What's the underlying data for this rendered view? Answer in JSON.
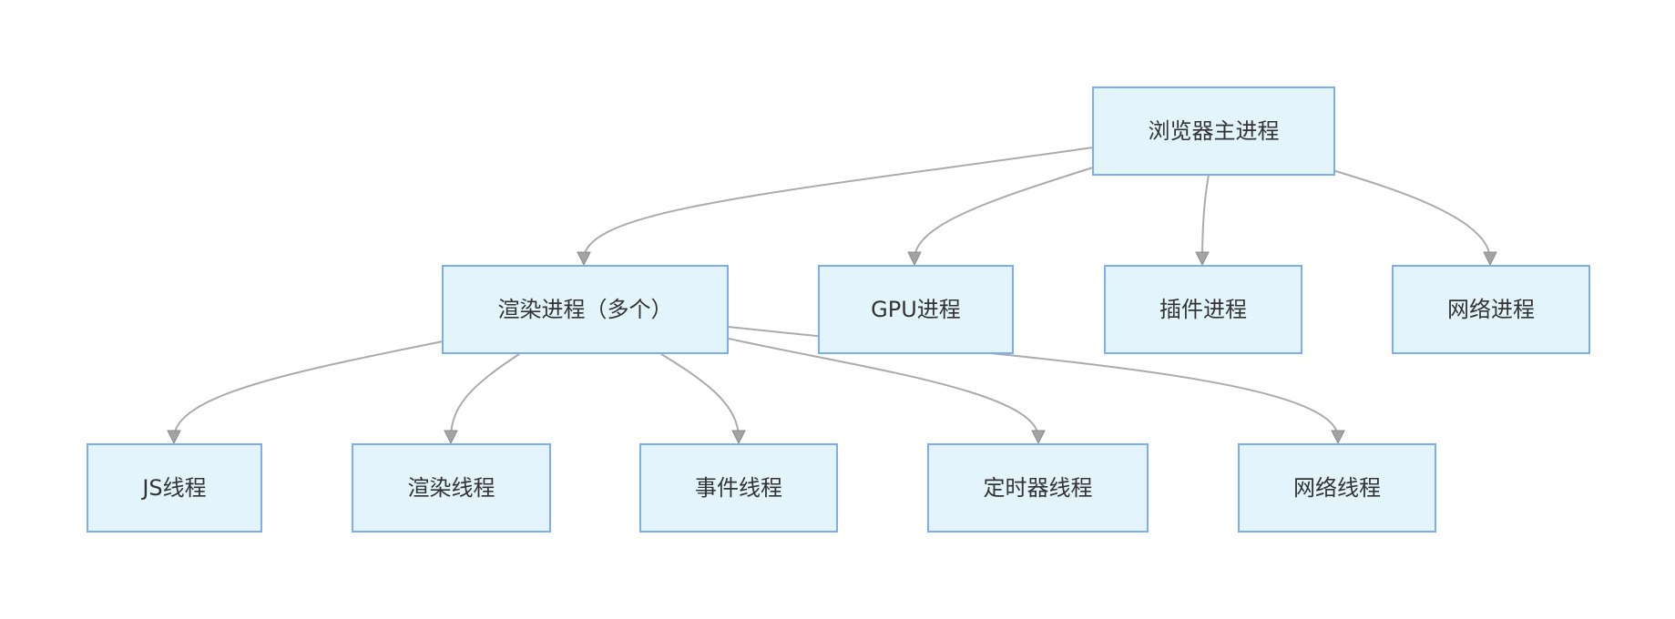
{
  "nodes": {
    "browser_main": "浏览器主进程",
    "renderer": "渲染进程（多个）",
    "gpu": "GPU进程",
    "plugin": "插件进程",
    "network": "网络进程",
    "js_thread": "JS线程",
    "render_thread": "渲染线程",
    "event_thread": "事件线程",
    "timer_thread": "定时器线程",
    "network_thread": "网络线程"
  },
  "edges": [
    {
      "from": "browser_main",
      "to": "renderer"
    },
    {
      "from": "browser_main",
      "to": "gpu"
    },
    {
      "from": "browser_main",
      "to": "plugin"
    },
    {
      "from": "browser_main",
      "to": "network"
    },
    {
      "from": "renderer",
      "to": "js_thread"
    },
    {
      "from": "renderer",
      "to": "render_thread"
    },
    {
      "from": "renderer",
      "to": "event_thread"
    },
    {
      "from": "renderer",
      "to": "timer_thread"
    },
    {
      "from": "renderer",
      "to": "network_thread"
    }
  ],
  "colors": {
    "node_fill": "#e3f4fd",
    "node_border": "#7aaef0",
    "edge": "#ababab",
    "text": "#333333"
  }
}
